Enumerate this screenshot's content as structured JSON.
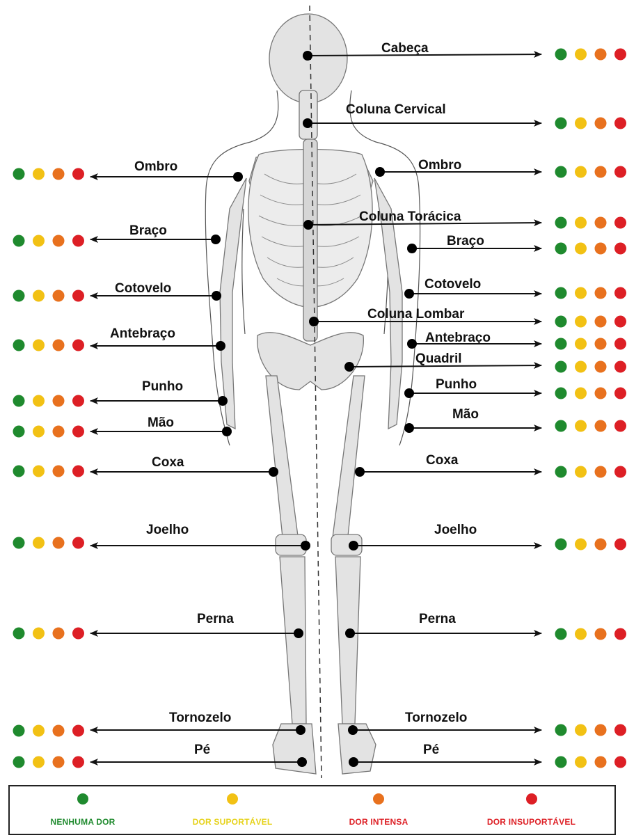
{
  "colors": {
    "none": "#1f8a2e",
    "bearable": "#f2c114",
    "intense": "#e8711e",
    "unbearable": "#dd1f25",
    "bearable_text": "#e6d21a"
  },
  "legend": {
    "none": "NENHUMA DOR",
    "bearable": "DOR SUPORTÁVEL",
    "intense": "DOR INTENSA",
    "unbearable": "DOR INSUPORTÁVEL"
  },
  "labels": [
    {
      "id": "cabeca",
      "side": "right",
      "text": "Cabeça"
    },
    {
      "id": "coluna-cervical",
      "side": "right",
      "text": "Coluna Cervical"
    },
    {
      "id": "ombro-left",
      "side": "left",
      "text": "Ombro"
    },
    {
      "id": "ombro-right",
      "side": "right",
      "text": "Ombro"
    },
    {
      "id": "coluna-toracica",
      "side": "right",
      "text": "Coluna Torácica"
    },
    {
      "id": "braco-left",
      "side": "left",
      "text": "Braço"
    },
    {
      "id": "braco-right",
      "side": "right",
      "text": "Braço"
    },
    {
      "id": "cotovelo-left",
      "side": "left",
      "text": "Cotovelo"
    },
    {
      "id": "cotovelo-right",
      "side": "right",
      "text": "Cotovelo"
    },
    {
      "id": "coluna-lombar",
      "side": "right",
      "text": "Coluna Lombar"
    },
    {
      "id": "antebraco-left",
      "side": "left",
      "text": "Antebraço"
    },
    {
      "id": "antebraco-right",
      "side": "right",
      "text": "Antebraço"
    },
    {
      "id": "quadril",
      "side": "right",
      "text": "Quadril"
    },
    {
      "id": "punho-left",
      "side": "left",
      "text": "Punho"
    },
    {
      "id": "punho-right",
      "side": "right",
      "text": "Punho"
    },
    {
      "id": "mao-left",
      "side": "left",
      "text": "Mão"
    },
    {
      "id": "mao-right",
      "side": "right",
      "text": "Mão"
    },
    {
      "id": "coxa-left",
      "side": "left",
      "text": "Coxa"
    },
    {
      "id": "coxa-right",
      "side": "right",
      "text": "Coxa"
    },
    {
      "id": "joelho-left",
      "side": "left",
      "text": "Joelho"
    },
    {
      "id": "joelho-right",
      "side": "right",
      "text": "Joelho"
    },
    {
      "id": "perna-left",
      "side": "left",
      "text": "Perna"
    },
    {
      "id": "perna-right",
      "side": "right",
      "text": "Perna"
    },
    {
      "id": "tornozelo-left",
      "side": "left",
      "text": "Tornozelo"
    },
    {
      "id": "tornozelo-right",
      "side": "right",
      "text": "Tornozelo"
    },
    {
      "id": "pe-left",
      "side": "left",
      "text": "Pé"
    },
    {
      "id": "pe-right",
      "side": "right",
      "text": "Pé"
    }
  ]
}
